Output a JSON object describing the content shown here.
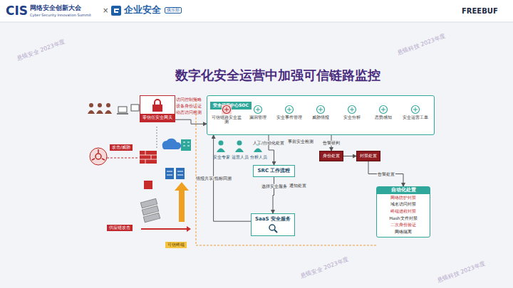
{
  "diagram": {
    "title": "数字化安全运营中加强可信链路监控",
    "nodes": [
      {
        "text": [
          "安全运营中心SOC"
        ]
      },
      {
        "text": [
          "可信链路安全监测"
        ],
        "in": 0
      },
      {
        "text": [
          "漏洞管理"
        ],
        "in": 0
      },
      {
        "text": [
          "安全事件管理"
        ],
        "in": 0
      },
      {
        "text": [
          "威胁情报"
        ],
        "in": 0
      },
      {
        "text": [
          "安全分析"
        ],
        "in": 0
      },
      {
        "text": [
          "态势感知"
        ],
        "in": 0
      },
      {
        "text": [
          "安全运营工单"
        ],
        "in": 0
      },
      {
        "text": [
          "零信任安全网关"
        ]
      },
      {
        "text": [
          "SRC 工作流程"
        ]
      },
      {
        "text": [
          "SaaS 安全服务"
        ]
      },
      {
        "text": [
          "自动化处置",
          "网络防护封禁",
          "域名访问封禁",
          "终端进程封禁",
          "Hash文件封禁",
          "二次身份验证",
          "网络隔离"
        ]
      },
      {
        "text": [
          "身份处置"
        ]
      },
      {
        "text": [
          "封禁处置"
        ]
      }
    ],
    "edges": [
      {
        "from": 8,
        "to": 0,
        "arrow": "to"
      },
      {
        "from": 0,
        "to": 9,
        "label": "人工/自动化处置",
        "arrow": "to"
      },
      {
        "from": 9,
        "to": 10,
        "label": "选择安全服务",
        "arrow": "to"
      },
      {
        "from": 10,
        "to": 0,
        "label": "情报共享/指标回溯",
        "arrow": "to"
      },
      {
        "from": 0,
        "to": 12,
        "label": "告警研判",
        "arrow": "to"
      },
      {
        "from": 12,
        "to": 13,
        "arrow": "to"
      },
      {
        "from": 13,
        "to": 11,
        "label": "告警处置",
        "arrow": "to"
      }
    ],
    "labels": [
      "CIS",
      "网络安全创新大会",
      "Cyber Security Innovation Summit",
      "×",
      "企业安全",
      "俱乐部",
      "FREEBUF",
      "访问控制策略",
      "设备身份认证",
      "动态访问检测",
      "攻击/威胁",
      "供应链攻击",
      "可信终端",
      "事前安全检测",
      "通知处置",
      "安全专家",
      "运营人员",
      "分析人员",
      "悬镜安全 2023年度",
      "悬镜科技 2023年度",
      "悬镜安全 2023年度",
      "悬镜科技 2023年度"
    ]
  }
}
